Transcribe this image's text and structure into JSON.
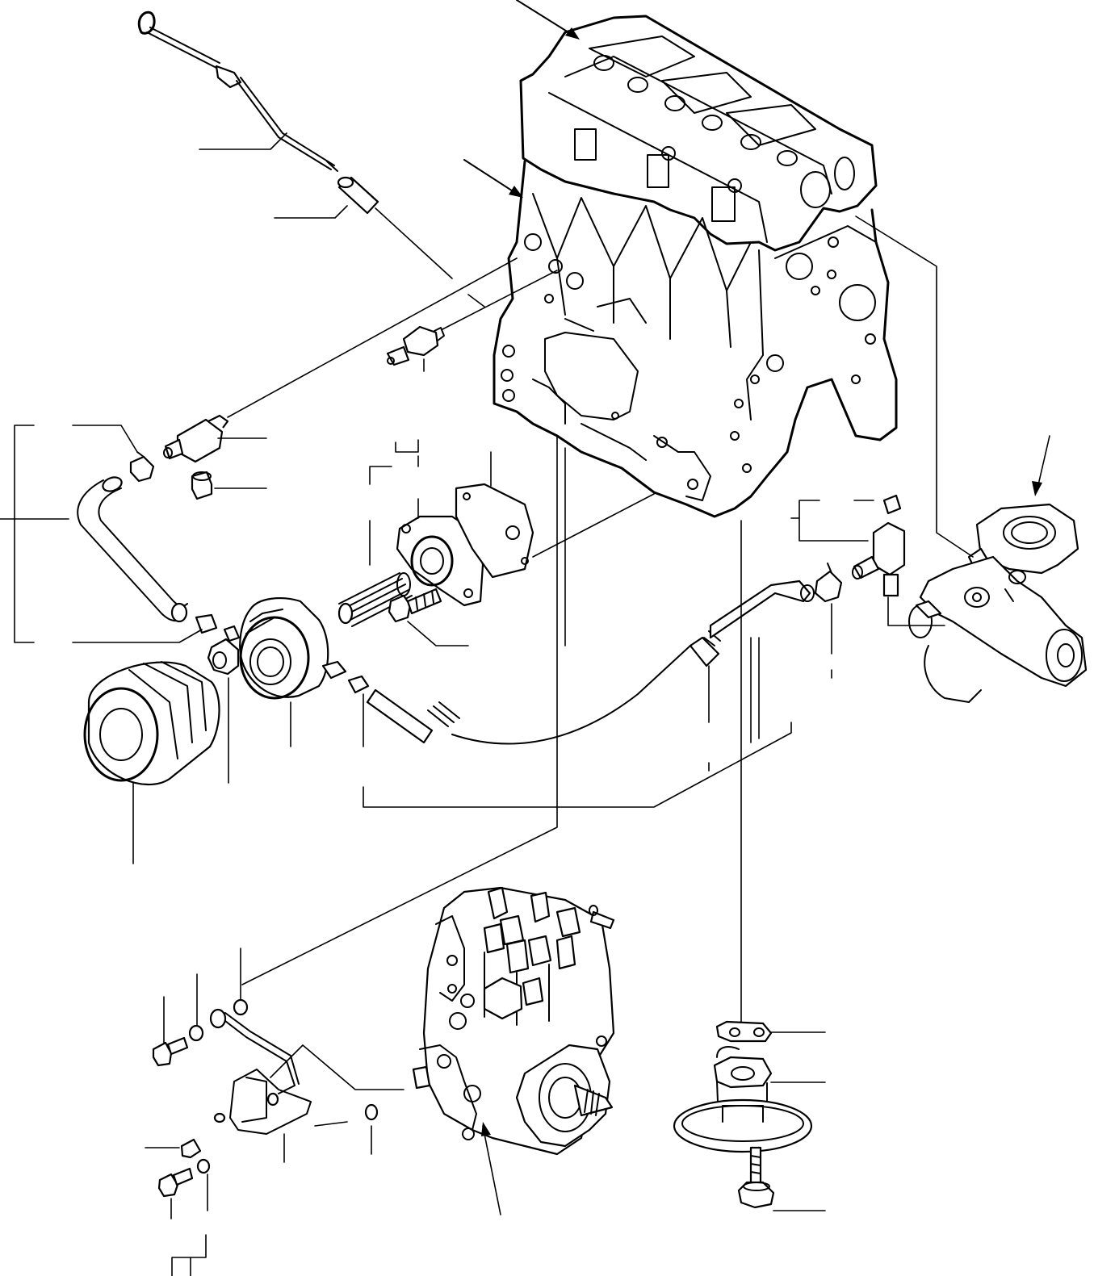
{
  "figure": {
    "kind": "exploded parts diagram",
    "line_color": "#000000",
    "background_color": "#ffffff",
    "text_labels": []
  },
  "parts": [
    {
      "name": "cylinder-block"
    },
    {
      "name": "dipstick"
    },
    {
      "name": "dipstick-guide"
    },
    {
      "name": "oil-pressure-switch"
    },
    {
      "name": "hose-joint"
    },
    {
      "name": "union-bolt"
    },
    {
      "name": "oil-hose"
    },
    {
      "name": "hose-clip"
    },
    {
      "name": "oil-filter"
    },
    {
      "name": "nut"
    },
    {
      "name": "oil-cooler"
    },
    {
      "name": "spring"
    },
    {
      "name": "filter-bracket"
    },
    {
      "name": "gasket"
    },
    {
      "name": "bolt"
    },
    {
      "name": "water-pipe"
    },
    {
      "name": "tee-joint"
    },
    {
      "name": "water-pump"
    },
    {
      "name": "fuel-injection-pump"
    },
    {
      "name": "lube-pipe"
    },
    {
      "name": "washer"
    },
    {
      "name": "oil-strainer"
    },
    {
      "name": "strainer-gasket"
    },
    {
      "name": "strainer-bolt"
    }
  ]
}
